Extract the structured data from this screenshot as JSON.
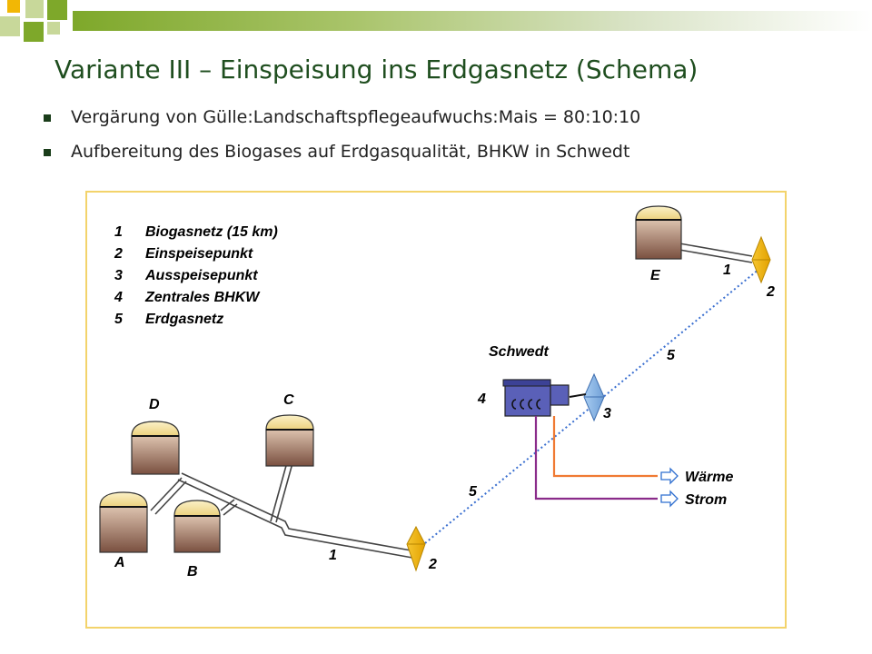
{
  "slide": {
    "title": "Variante III – Einspeisung ins Erdgasnetz (Schema)",
    "bullets": [
      "Vergärung von Gülle:Landschaftspflegeaufwuchs:Mais = 80:10:10",
      "Aufbereitung des Biogases auf Erdgasqualität, BHKW in Schwedt"
    ]
  },
  "legend": [
    {
      "num": "1",
      "label": "Biogasnetz (15 km)"
    },
    {
      "num": "2",
      "label": "Einspeisepunkt"
    },
    {
      "num": "3",
      "label": "Ausspeisepunkt"
    },
    {
      "num": "4",
      "label": "Zentrales BHKW"
    },
    {
      "num": "5",
      "label": "Erdgasnetz"
    }
  ],
  "plants": {
    "a": "A",
    "b": "B",
    "c": "C",
    "d": "D",
    "e": "E"
  },
  "location": "Schwedt",
  "markers": {
    "pipe_main": "1",
    "feed_main": "2",
    "grid_lower": "5",
    "pipe_e": "1",
    "feed_e": "2",
    "grid_upper": "5",
    "chp": "4",
    "outfeed": "3"
  },
  "outputs": {
    "heat": "Wärme",
    "power": "Strom"
  },
  "colors": {
    "digester_top": "#f7e7a8",
    "digester_body_top": "#dcc2ae",
    "digester_body_bottom": "#7a5040",
    "gas_grid": "#3a6fd0",
    "feed_point": "#f2b705",
    "outfeed_point": "#8ab6e8",
    "chp_unit": "#5a60b8",
    "heat_line": "#f07a33",
    "power_line": "#8a2b8a",
    "frame": "#f3d36b",
    "title": "#1f4e1f"
  }
}
